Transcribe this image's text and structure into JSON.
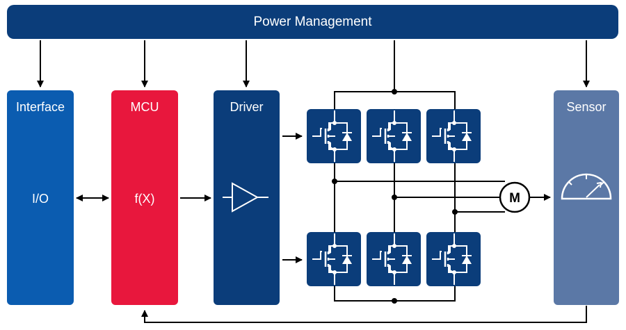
{
  "power_management": {
    "label": "Power Management"
  },
  "interface": {
    "title": "Interface",
    "content": "I/O"
  },
  "mcu": {
    "title": "MCU",
    "content": "f(X)"
  },
  "driver": {
    "title": "Driver"
  },
  "sensor": {
    "title": "Sensor"
  },
  "motor": {
    "label": "M"
  },
  "colors": {
    "dark_blue": "#0b3d7a",
    "interface_blue": "#0b5cb0",
    "mcu_red": "#e8173d",
    "sensor_blue": "#5b78a6",
    "wire": "#000000"
  }
}
